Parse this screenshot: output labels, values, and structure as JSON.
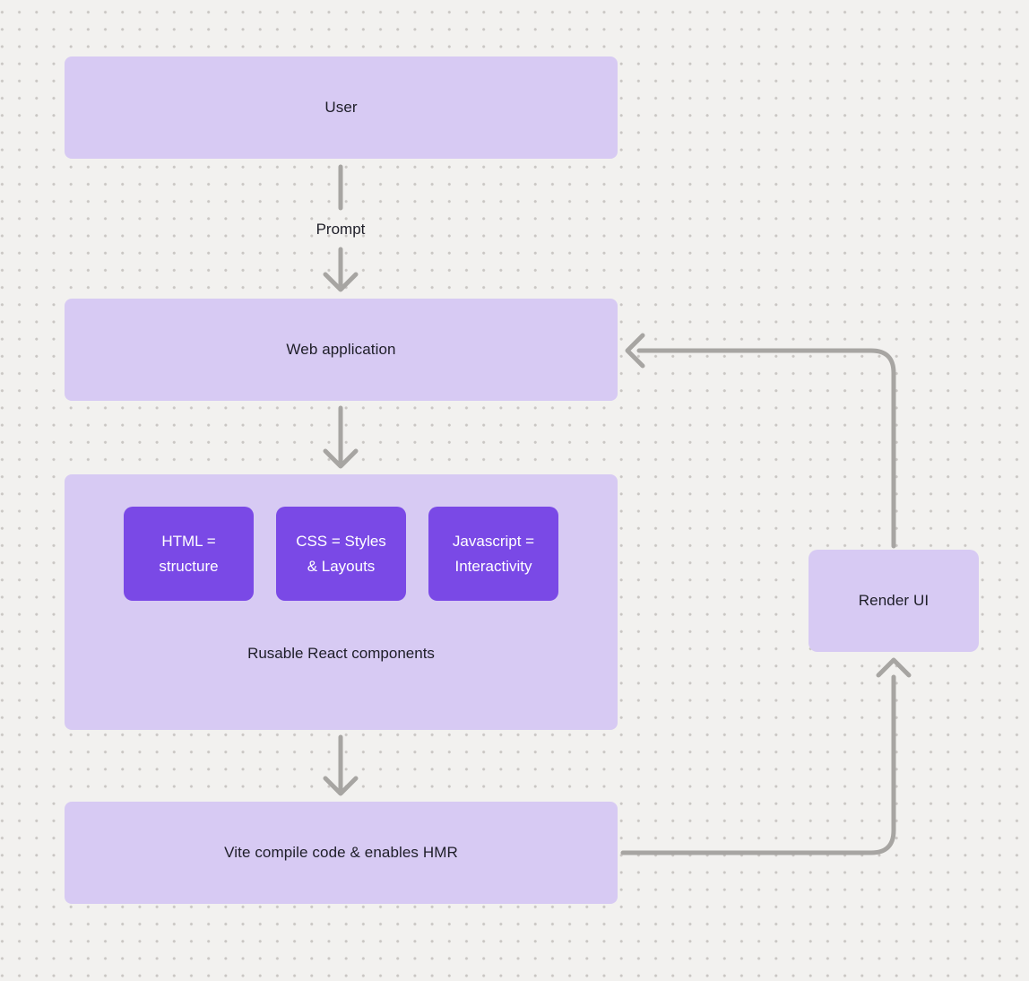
{
  "colors": {
    "background": "#f2f1ef",
    "dot": "#c9c6c3",
    "node_fill": "#d7caf3",
    "accent_fill": "#7a49e6",
    "arrow": "#a7a5a2",
    "text_dark": "#1e1e28",
    "text_light": "#ffffff"
  },
  "nodes": {
    "user": {
      "label": "User"
    },
    "web_application": {
      "label": "Web application"
    },
    "components_group": {
      "caption": "Rusable React components",
      "items": [
        {
          "line1": "HTML =",
          "line2": "structure"
        },
        {
          "line1": "CSS = Styles",
          "line2": "& Layouts"
        },
        {
          "line1": "Javascript =",
          "line2": "Interactivity"
        }
      ]
    },
    "vite": {
      "label": "Vite compile code & enables HMR"
    },
    "render_ui": {
      "label": "Render UI"
    }
  },
  "edges": {
    "prompt_label": "Prompt"
  }
}
